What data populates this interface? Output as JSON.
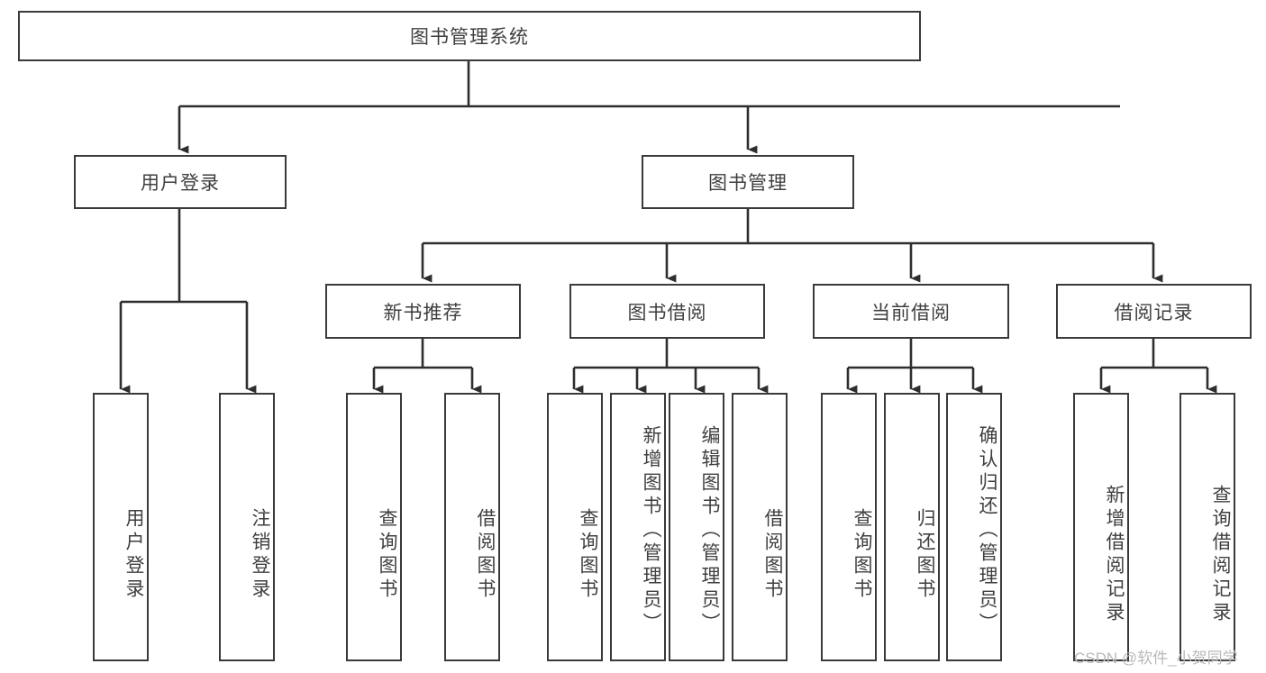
{
  "diagram": {
    "type": "tree",
    "title": "图书管理系统",
    "root": {
      "label": "图书管理系统",
      "children": [
        {
          "label": "用户登录",
          "children": [
            {
              "label": "用户登录"
            },
            {
              "label": "注销登录"
            }
          ]
        },
        {
          "label": "图书管理",
          "children": [
            {
              "label": "新书推荐",
              "children": [
                {
                  "label": "查询图书"
                },
                {
                  "label": "借阅图书"
                }
              ]
            },
            {
              "label": "图书借阅",
              "children": [
                {
                  "label": "查询图书"
                },
                {
                  "label": "新增图书（管理员）"
                },
                {
                  "label": "编辑图书（管理员）"
                },
                {
                  "label": "借阅图书"
                }
              ]
            },
            {
              "label": "当前借阅",
              "children": [
                {
                  "label": "查询图书"
                },
                {
                  "label": "归还图书"
                },
                {
                  "label": "确认归还（管理员）"
                }
              ]
            },
            {
              "label": "借阅记录",
              "children": [
                {
                  "label": "新增借阅记录"
                },
                {
                  "label": "查询借阅记录"
                }
              ]
            }
          ]
        }
      ]
    }
  },
  "colors": {
    "border": "#3a3a3a",
    "text": "#3f3f3f",
    "background": "#ffffff",
    "watermark": "#b9b9b9"
  },
  "watermark": {
    "text": "CSDN @软件_小贺同学"
  }
}
